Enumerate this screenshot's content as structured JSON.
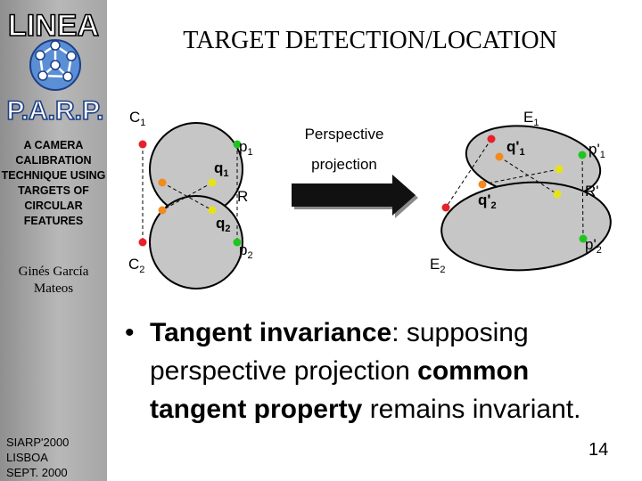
{
  "logo": {
    "top_text": "LINEA",
    "bottom_text": "P.A.R.P."
  },
  "sidebar": {
    "description": "A CAMERA CALIBRATION TECHNIQUE USING TARGETS OF CIRCULAR FEATURES",
    "author": "Ginés García Mateos",
    "conference": [
      "SIARP'2000",
      "LISBOA",
      "SEPT. 2000"
    ]
  },
  "title": "TARGET DETECTION/LOCATION",
  "figure": {
    "left_labels": {
      "c1": "C",
      "c1_sub": "1",
      "p1": "p",
      "p1_sub": "1",
      "q1": "q",
      "q1_sub": "1",
      "r": "R",
      "q2": "q",
      "q2_sub": "2",
      "p2": "p",
      "p2_sub": "2",
      "c2": "C",
      "c2_sub": "2"
    },
    "arrow_text": [
      "Perspective",
      "projection"
    ],
    "right_labels": {
      "e1": "E",
      "e1_sub": "1",
      "qp1": "q'",
      "qp1_sub": "1",
      "pp1": "p'",
      "pp1_sub": "1",
      "rp": "R'",
      "qp2": "q'",
      "qp2_sub": "2",
      "pp2": "p'",
      "pp2_sub": "2",
      "e2": "E",
      "e2_sub": "2"
    },
    "colors": {
      "red": "#e8202a",
      "orange": "#f28a1e",
      "green": "#1ec51e",
      "yellow": "#e5e21a"
    }
  },
  "bullet": {
    "marker": "•",
    "bold_1": "Tangent invariance",
    "text_1": ": supposing",
    "text_2": "perspective projection ",
    "bold_2": "common tangent property",
    "text_3": " remains invariant."
  },
  "page_number": "14"
}
